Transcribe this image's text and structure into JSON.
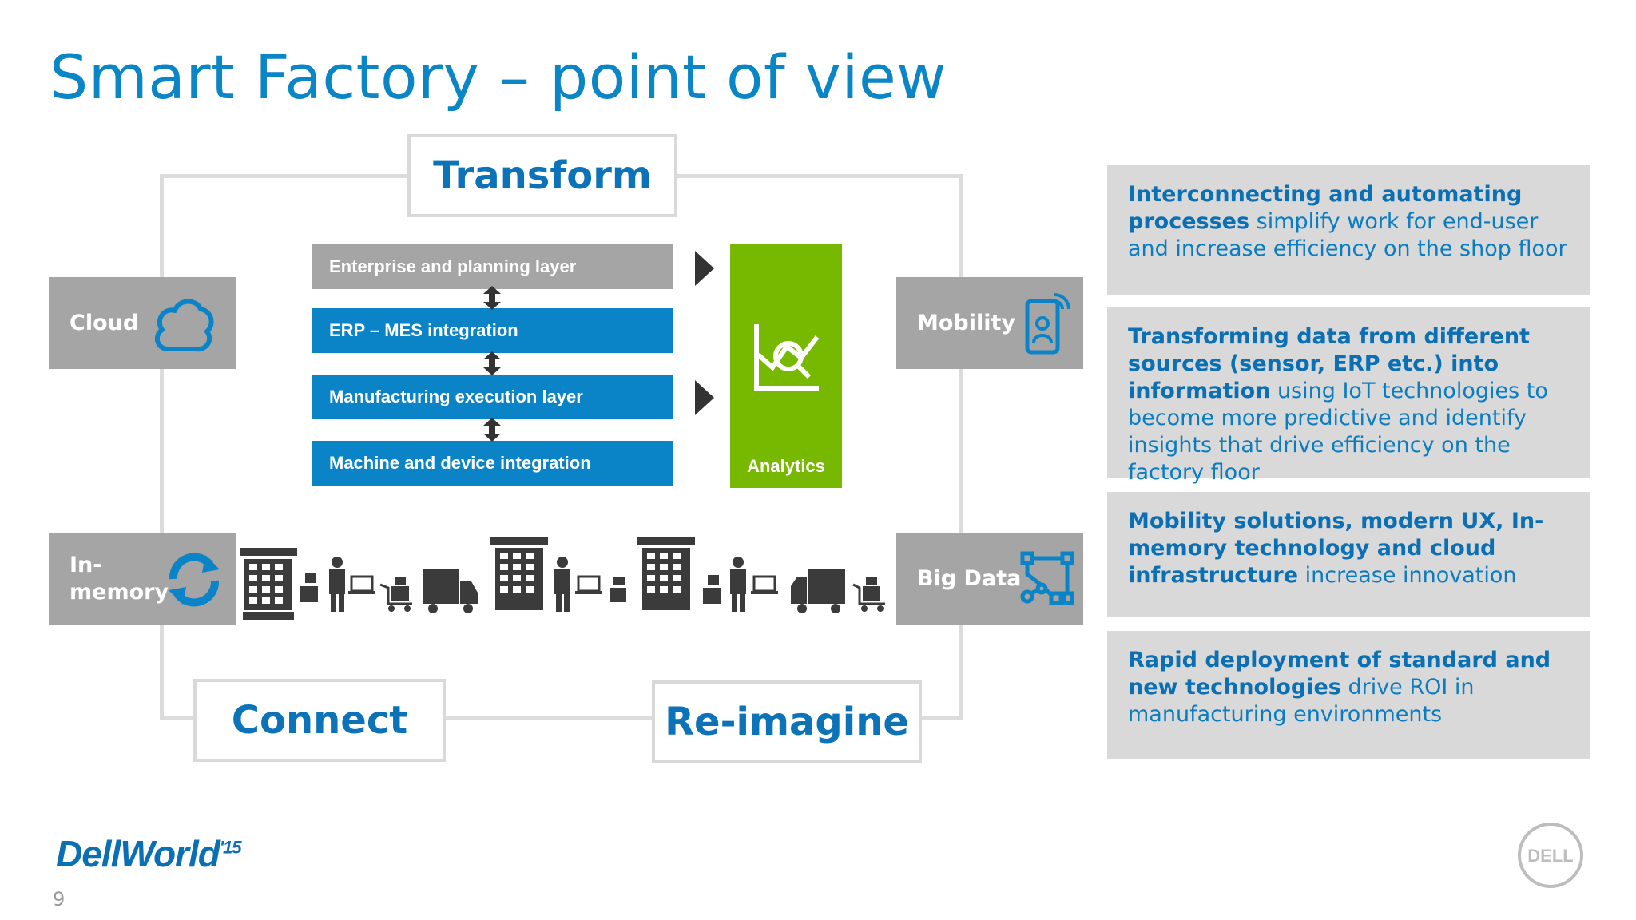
{
  "title": "Smart Factory – point of view",
  "pillars": {
    "transform": "Transform",
    "connect": "Connect",
    "reimagine": "Re-imagine"
  },
  "tiles": {
    "cloud": "Cloud",
    "in_memory": "In-\nmemory",
    "mobility": "Mobility",
    "big_data": "Big Data"
  },
  "layers": [
    "Enterprise and planning layer",
    "ERP – MES integration",
    "Manufacturing execution layer",
    "Machine and device integration"
  ],
  "analytics_label": "Analytics",
  "info_boxes": [
    {
      "bold": "Interconnecting and automating processes",
      "text": " simplify work for end-user and increase efficiency on the shop floor"
    },
    {
      "bold": "Transforming data from different sources (sensor, ERP etc.) into information",
      "text": " using IoT technologies to become more predictive and identify insights that drive efficiency on the factory floor"
    },
    {
      "bold": "Mobility solutions, modern UX, In-memory technology and cloud infrastructure",
      "text": " increase innovation"
    },
    {
      "bold": "Rapid deployment of standard and new technologies",
      "text": " drive ROI in manufacturing environments"
    }
  ],
  "footer": {
    "logo_text": "DellWorld",
    "logo_sup": "'15",
    "page_number": "9",
    "dell_logo": "DELL"
  },
  "colors": {
    "title_blue": "#0a86c6",
    "layer_blue": "#0a84c6",
    "analytics_green": "#76b900",
    "tile_gray": "#a5a5a5",
    "info_gray": "#d9d9d9"
  },
  "icons": [
    "cloud-icon",
    "sync-icon",
    "mobile-signal-icon",
    "big-data-network-icon",
    "analytics-chart-icon",
    "factory-building-icon",
    "worker-icon",
    "laptop-icon",
    "box-icon",
    "truck-icon",
    "cart-icon",
    "dell-logo"
  ]
}
